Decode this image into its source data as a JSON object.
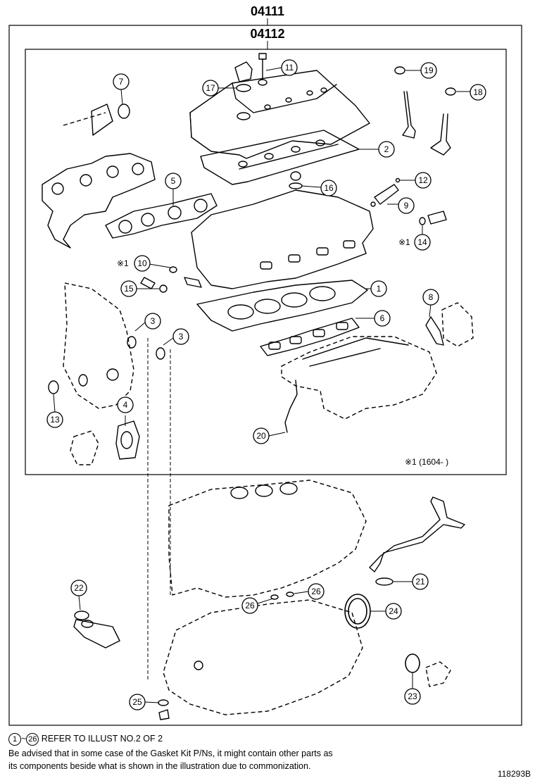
{
  "assembly": {
    "outer_code": "04111",
    "inner_code": "04112"
  },
  "callouts": [
    {
      "id": "c1",
      "num": "1"
    },
    {
      "id": "c2",
      "num": "2"
    },
    {
      "id": "c3a",
      "num": "3"
    },
    {
      "id": "c3b",
      "num": "3"
    },
    {
      "id": "c4",
      "num": "4"
    },
    {
      "id": "c5",
      "num": "5"
    },
    {
      "id": "c6",
      "num": "6"
    },
    {
      "id": "c7",
      "num": "7"
    },
    {
      "id": "c8",
      "num": "8"
    },
    {
      "id": "c9",
      "num": "9"
    },
    {
      "id": "c10",
      "num": "10"
    },
    {
      "id": "c11",
      "num": "11"
    },
    {
      "id": "c12",
      "num": "12"
    },
    {
      "id": "c13",
      "num": "13"
    },
    {
      "id": "c14",
      "num": "14"
    },
    {
      "id": "c15",
      "num": "15"
    },
    {
      "id": "c16",
      "num": "16"
    },
    {
      "id": "c17",
      "num": "17"
    },
    {
      "id": "c18",
      "num": "18"
    },
    {
      "id": "c19",
      "num": "19"
    },
    {
      "id": "c20",
      "num": "20"
    },
    {
      "id": "c21",
      "num": "21"
    },
    {
      "id": "c22",
      "num": "22"
    },
    {
      "id": "c23",
      "num": "23"
    },
    {
      "id": "c24",
      "num": "24"
    },
    {
      "id": "c25",
      "num": "25"
    },
    {
      "id": "c26a",
      "num": "26"
    },
    {
      "id": "c26b",
      "num": "26"
    }
  ],
  "markers": {
    "note_mark_10": "※1",
    "note_mark_14": "※1",
    "footnote": "※1 (1604-     )"
  },
  "note": {
    "range_start": "1",
    "range_sep": "~",
    "range_end": "26",
    "refer_text": "REFER TO ILLUST NO.2 OF 2",
    "line2": "Be advised that in some case of the Gasket Kit P/Ns,  it might contain other parts as",
    "line3": "its components beside what is shown in the illustration due to commonization."
  },
  "illustration_id": "118293B"
}
